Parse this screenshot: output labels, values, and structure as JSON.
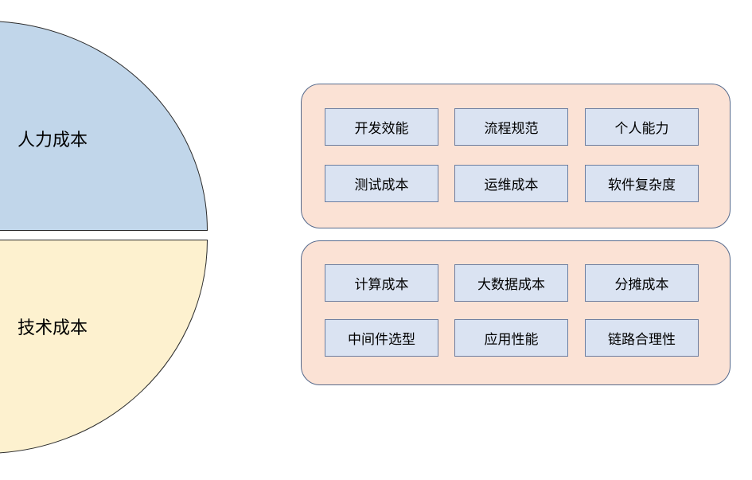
{
  "left_circle": {
    "top": {
      "label": "人力成本",
      "color": "#c1d6ea"
    },
    "bottom": {
      "label": "技术成本",
      "color": "#fdf1cf"
    },
    "stroke": "#2b2b2b"
  },
  "groups": [
    {
      "color": "#fbe2d5",
      "items": [
        {
          "label": "开发效能"
        },
        {
          "label": "流程规范"
        },
        {
          "label": "个人能力"
        },
        {
          "label": "测试成本"
        },
        {
          "label": "运维成本"
        },
        {
          "label": "软件复杂度"
        }
      ]
    },
    {
      "color": "#fbe2d5",
      "items": [
        {
          "label": "计算成本"
        },
        {
          "label": "大数据成本"
        },
        {
          "label": "分摊成本"
        },
        {
          "label": "中间件选型"
        },
        {
          "label": "应用性能"
        },
        {
          "label": "链路合理性"
        }
      ]
    }
  ],
  "tag_color": "#dae3f2"
}
